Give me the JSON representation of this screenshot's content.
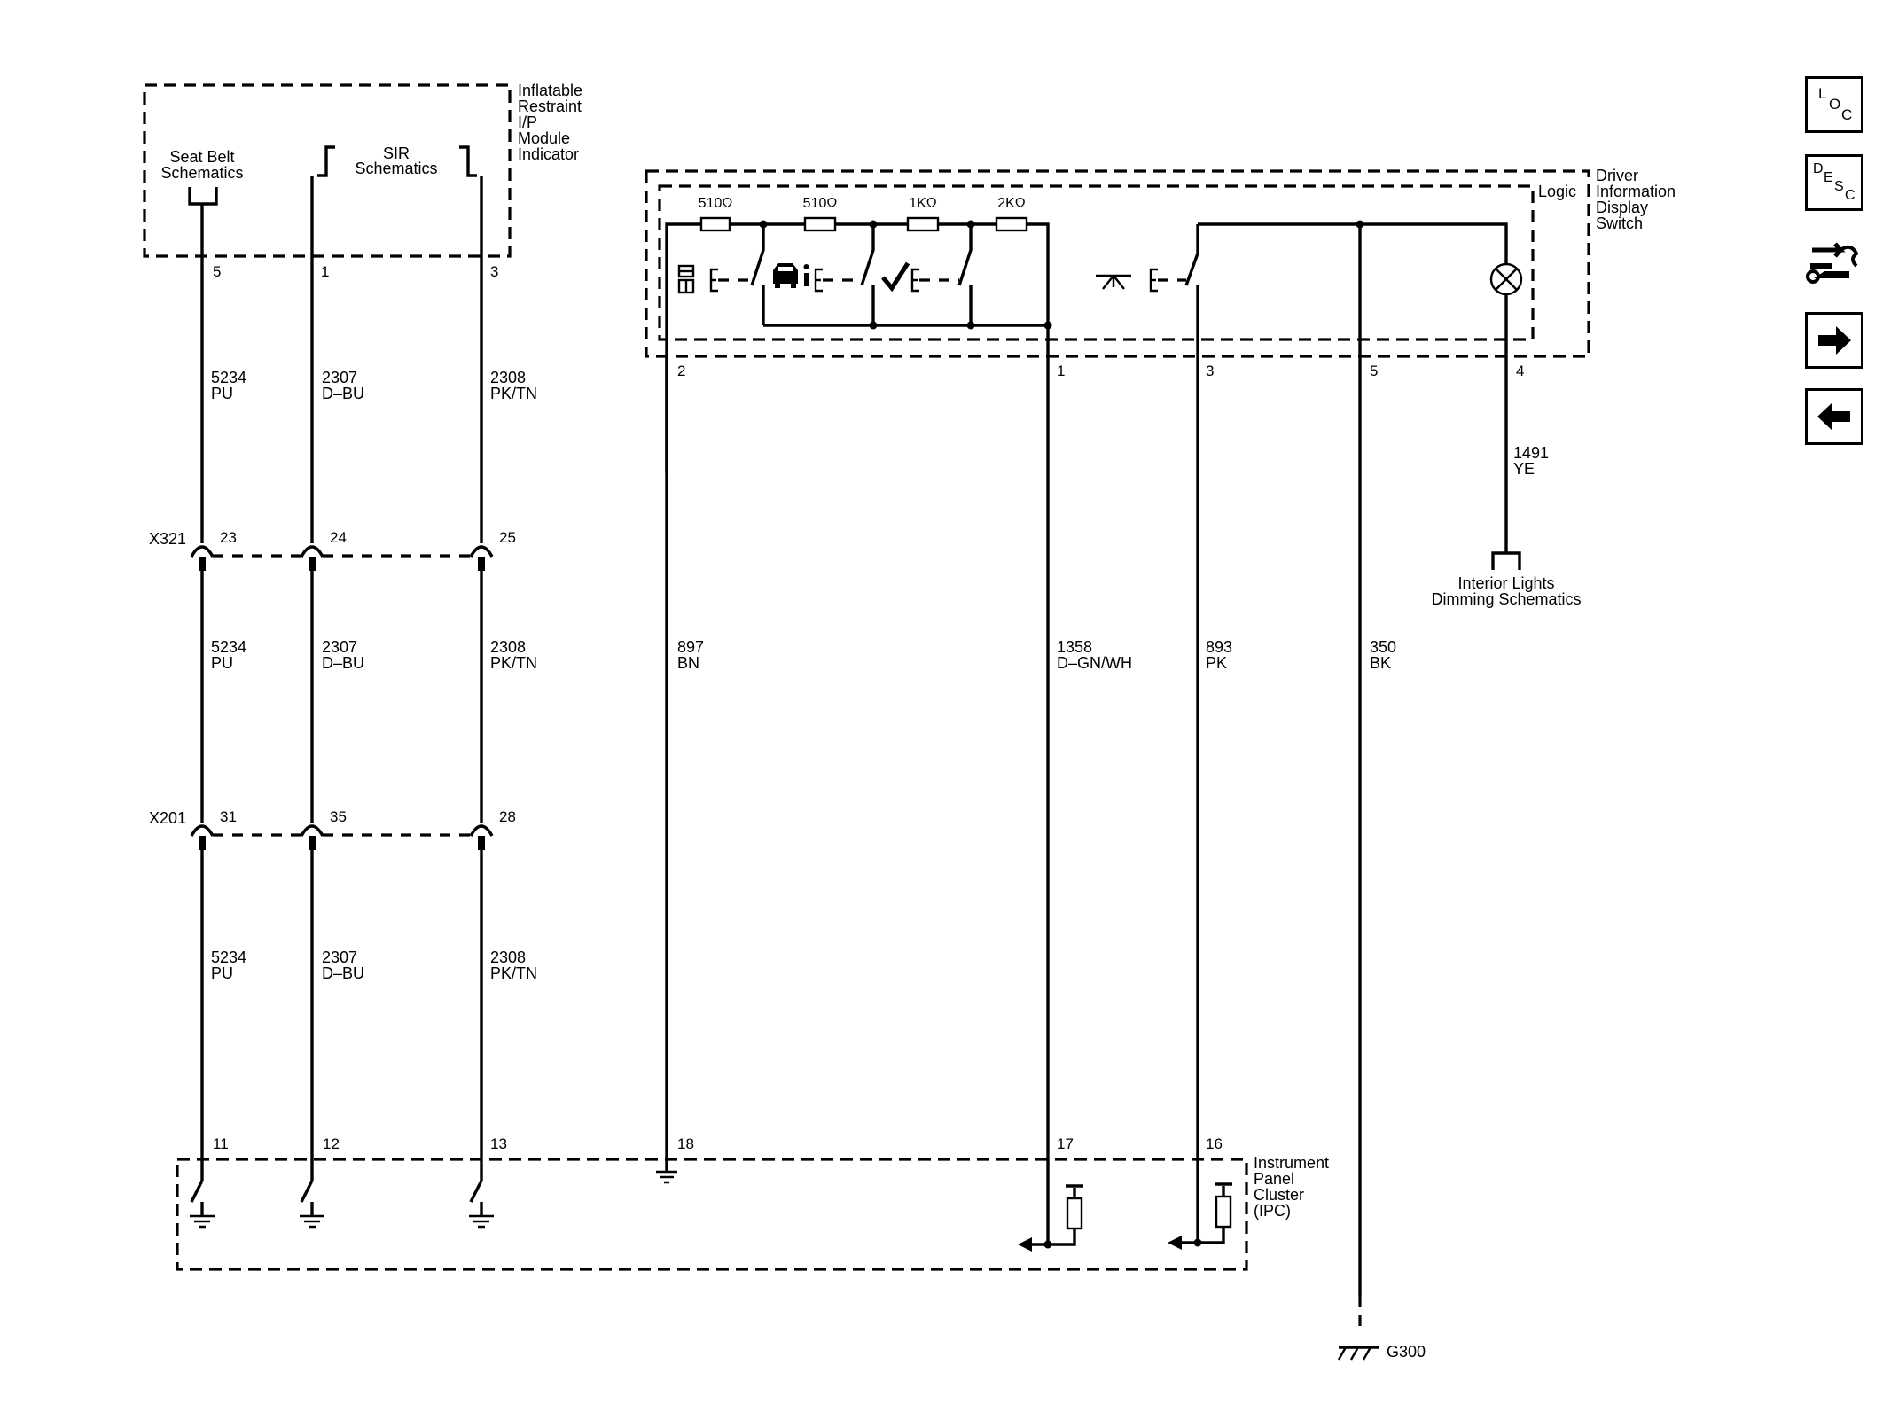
{
  "modules": {
    "inflatable_restraint": [
      "Inflatable",
      "Restraint",
      "I/P",
      "Module",
      "Indicator"
    ],
    "seat_belt_ref": [
      "Seat Belt",
      "Schematics"
    ],
    "sir_ref": [
      "SIR",
      "Schematics"
    ],
    "dic_switch": [
      "Driver",
      "Information",
      "Display",
      "Switch"
    ],
    "logic": "Logic",
    "ipc": [
      "Instrument",
      "Panel",
      "Cluster",
      "(IPC)"
    ],
    "interior_lights_ref": [
      "Interior Lights",
      "Dimming Schematics"
    ]
  },
  "resistors": [
    "510Ω",
    "510Ω",
    "1KΩ",
    "2KΩ"
  ],
  "connectors": {
    "x321": {
      "name": "X321",
      "pins": [
        "23",
        "24",
        "25"
      ]
    },
    "x201": {
      "name": "X201",
      "pins": [
        "31",
        "35",
        "28"
      ]
    }
  },
  "restraint_pins": [
    "5",
    "1",
    "3"
  ],
  "dic_pins": [
    "2",
    "1",
    "3",
    "5",
    "4"
  ],
  "ipc_pins": [
    "11",
    "12",
    "13",
    "18",
    "17",
    "16"
  ],
  "wires": {
    "seat_belt": {
      "circuit": "5234",
      "color": "PU"
    },
    "sir_1": {
      "circuit": "2307",
      "color": "D–BU"
    },
    "sir_2": {
      "circuit": "2308",
      "color": "PK/TN"
    },
    "dic_2": {
      "circuit": "897",
      "color": "BN"
    },
    "dic_1": {
      "circuit": "1358",
      "color": "D–GN/WH"
    },
    "dic_3": {
      "circuit": "893",
      "color": "PK"
    },
    "dic_5": {
      "circuit": "350",
      "color": "BK"
    },
    "dic_4": {
      "circuit": "1491",
      "color": "YE"
    }
  },
  "ground": "G300",
  "sidebar": {
    "loc": {
      "l1": "L",
      "l2": "O",
      "l3": "C",
      "icon": "location-icon"
    },
    "desc": {
      "l1": "D",
      "l2": "E",
      "l3": "S",
      "l4": "C",
      "icon": "description-icon"
    },
    "connector_icon": "connector-repair-icon",
    "next_icon": "arrow-right-icon",
    "prev_icon": "arrow-left-icon"
  }
}
